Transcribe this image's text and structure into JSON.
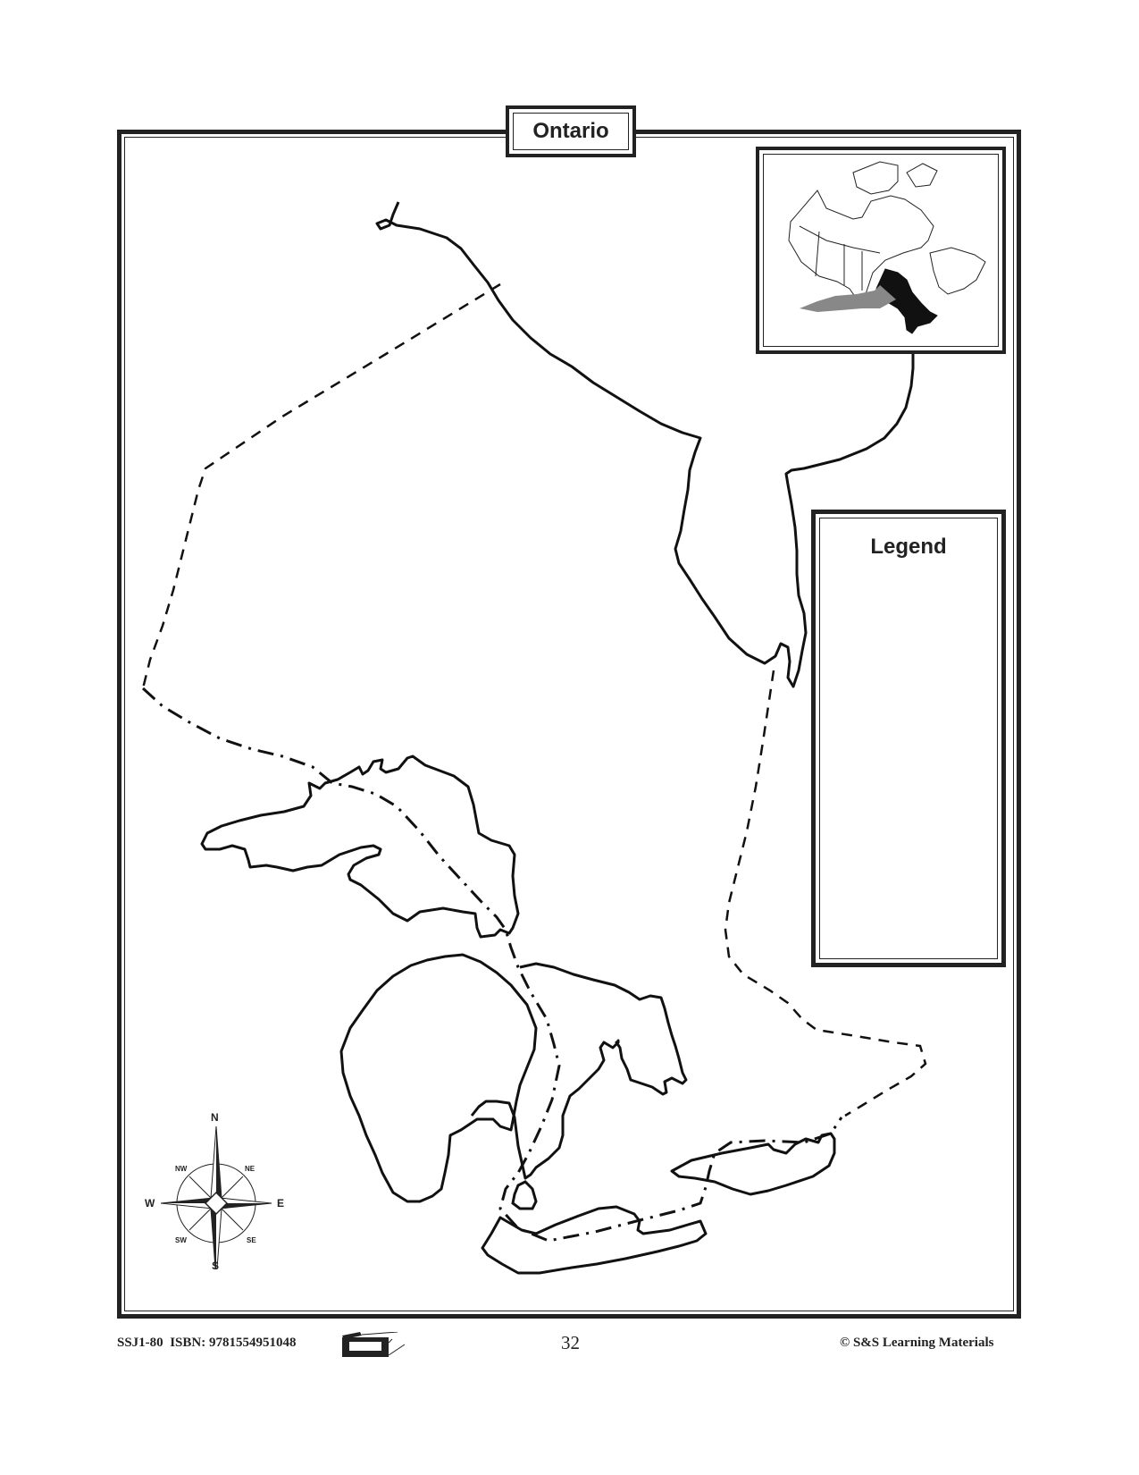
{
  "map": {
    "title": "Ontario",
    "legend_title": "Legend",
    "inset": {
      "description": "Canada locator map with Ontario highlighted",
      "highlight_color": "#111111",
      "arrow_color": "#888888"
    },
    "compass": {
      "N": "N",
      "S": "S",
      "E": "E",
      "W": "W",
      "NE": "NE",
      "NW": "NW",
      "SE": "SE",
      "SW": "SW"
    },
    "line_styles": {
      "coastline": "solid",
      "provincial_border": "dashed",
      "international_border": "dash-dot"
    }
  },
  "footer": {
    "code": "SSJ1-80",
    "isbn": "ISBN: 9781554951048",
    "page_number": "32",
    "copyright": "© S&S Learning Materials",
    "icon": "book-icon"
  }
}
